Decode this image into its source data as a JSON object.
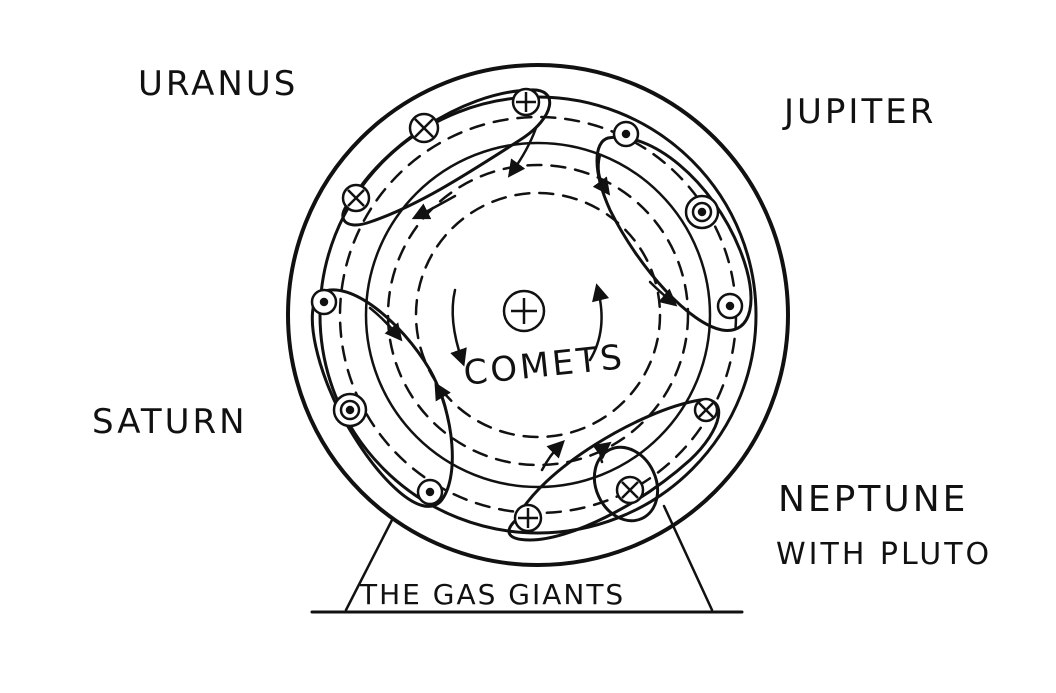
{
  "labels": {
    "uranus": "URANUS",
    "jupiter": "JUPITER",
    "saturn": "SATURN",
    "neptune_line1": "NEPTUNE",
    "neptune_line2": "WITH PLUTO",
    "center": "COMETS",
    "base": "THE GAS GIANTS"
  },
  "symbols": {
    "center": "plus-circle",
    "upper_left_loop": [
      "cross-circle",
      "cross-circle",
      "plus-circle"
    ],
    "right_loop": [
      "dot-circle",
      "dot-circle",
      "dot-circle"
    ],
    "left_loop": [
      "dot-circle",
      "dot-circle",
      "dot-circle"
    ],
    "lower_right_loop": [
      "plus-circle",
      "cross-circle"
    ],
    "small_inner_loop": [
      "cross-circle"
    ]
  },
  "colors": {
    "ink": "#111111",
    "paper": "#ffffff"
  }
}
